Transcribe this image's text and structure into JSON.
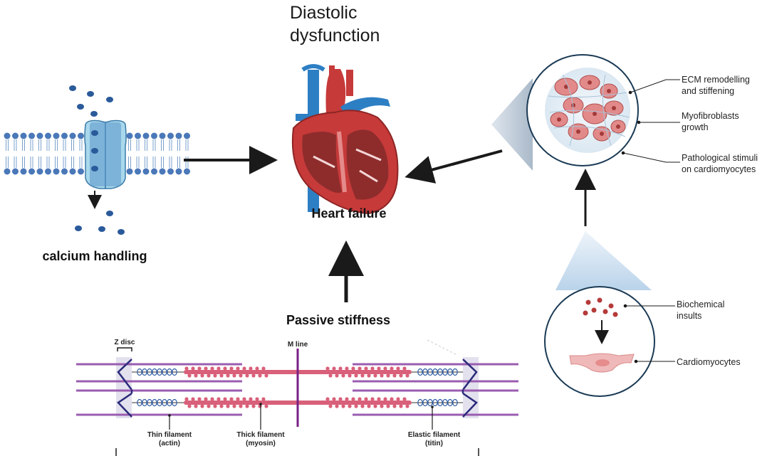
{
  "title": {
    "line1": "Diastolic",
    "line2": "dysfunction"
  },
  "center_label": "Heart failure",
  "left_label": "calcium handling",
  "bottom_label": "Passive stiffness",
  "ecm_callouts": {
    "c1_line1": "ECM remodelling",
    "c1_line2": "and stiffening",
    "c2_line1": "Myofibroblasts",
    "c2_line2": "growth",
    "c3_line1": "Pathological stimuli",
    "c3_line2": "on cardiomyocytes"
  },
  "bio_callouts": {
    "b1_line1": "Biochemical",
    "b1_line2": "insults",
    "b2": "Cardiomyocytes"
  },
  "sarcomere": {
    "z_disc": "Z disc",
    "m_line": "M line",
    "thin_line1": "Thin filament",
    "thin_line2": "(actin)",
    "thick_line1": "Thick filament",
    "thick_line2": "(myosin)",
    "elastic_line1": "Elastic filament",
    "elastic_line2": "(titin)"
  },
  "colors": {
    "membrane_blue": "#4a78b8",
    "channel": "#a9d8ec",
    "heart_red": "#c73a3a",
    "vessel_blue": "#2d7fc4",
    "myosin_pink": "#d9607a",
    "actin_purple": "#9a5db0",
    "arrow": "#1a1a1a"
  }
}
